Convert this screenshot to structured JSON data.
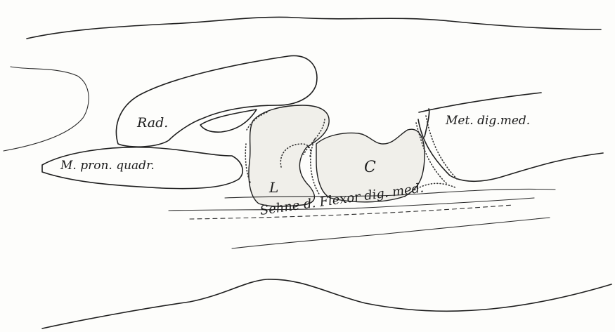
{
  "figure": {
    "labels": {
      "radius": "Rad.",
      "pronator": "M. pron. quadr.",
      "lunate": "L",
      "capitate": "C",
      "metacarpal": "Met. dig.med.",
      "tendon": "Sehne d. Flexor dig. med."
    }
  }
}
